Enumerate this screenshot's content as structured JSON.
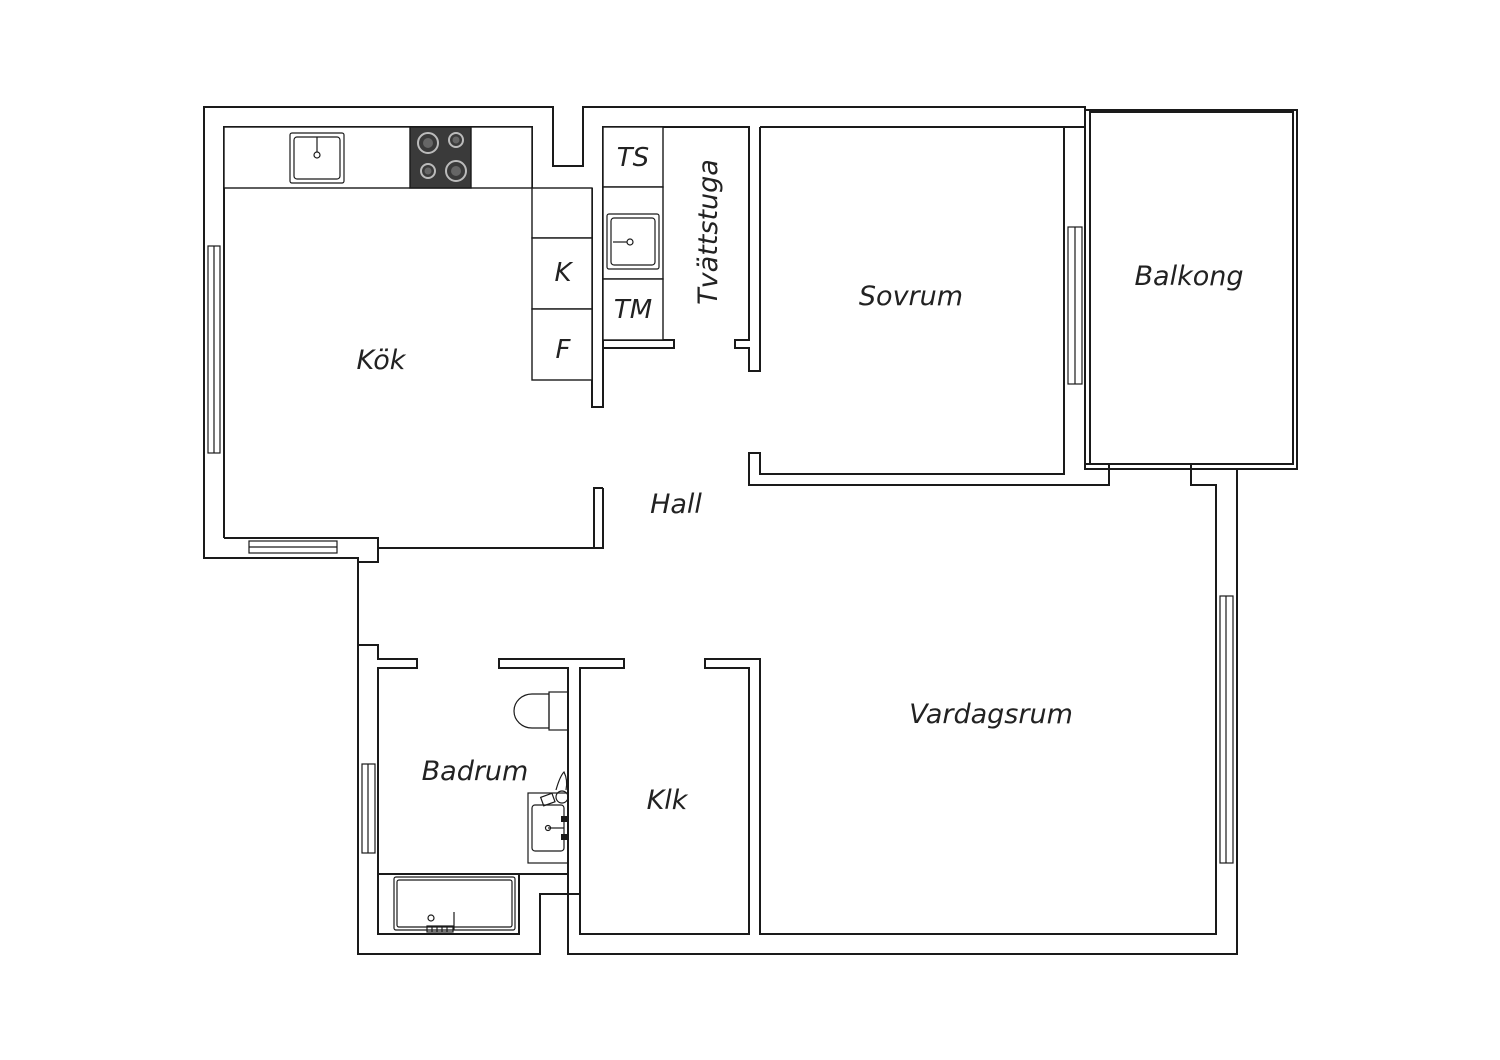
{
  "plan": {
    "colors": {
      "line": "#1a1a1a",
      "background": "#ffffff",
      "stove": "#3a3a3a"
    },
    "rooms": {
      "kok": "Kök",
      "hall": "Hall",
      "tvattstuga": "Tvättstuga",
      "sovrum": "Sovrum",
      "balkong": "Balkong",
      "vardagsrum": "Vardagsrum",
      "badrum": "Badrum",
      "klk": "Klk"
    },
    "appliances": {
      "ts": "TS",
      "tm": "TM",
      "k": "K",
      "f": "F"
    },
    "icons": [
      "sink-icon",
      "stove-icon",
      "toilet-icon",
      "bathtub-icon",
      "washbasin-icon",
      "window-icon"
    ]
  }
}
